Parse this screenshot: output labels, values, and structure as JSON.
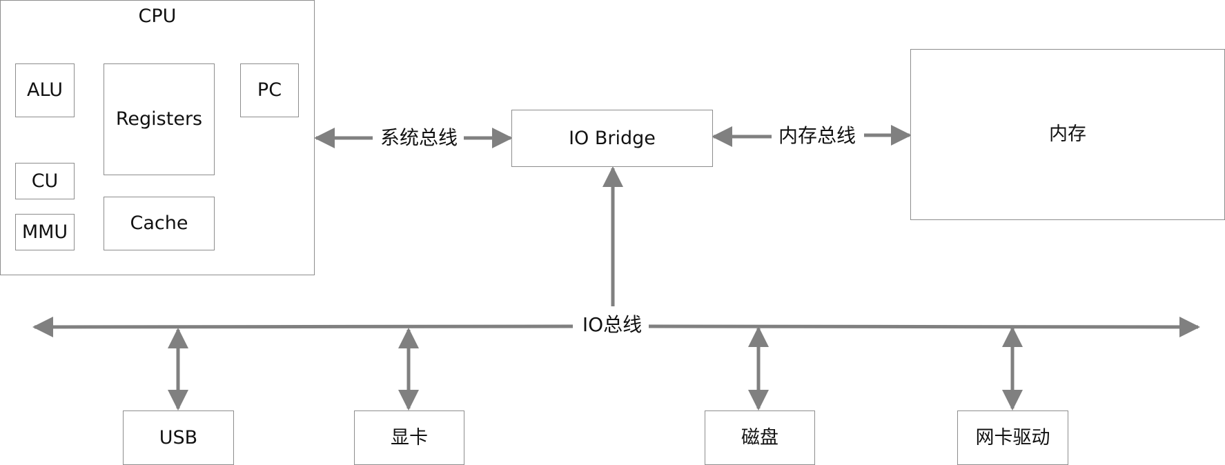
{
  "nodes": {
    "cpu": {
      "title": "CPU"
    },
    "alu": "ALU",
    "registers": "Registers",
    "pc": "PC",
    "cu": "CU",
    "mmu": "MMU",
    "cache": "Cache",
    "io_bridge": "IO Bridge",
    "memory": "内存",
    "usb": "USB",
    "gpu": "显卡",
    "disk": "磁盘",
    "nic": "网卡驱动"
  },
  "edges": {
    "system_bus": "系统总线",
    "memory_bus": "内存总线",
    "io_bus": "IO总线"
  },
  "colors": {
    "arrow": "#808080",
    "border": "#8c8c8c"
  }
}
